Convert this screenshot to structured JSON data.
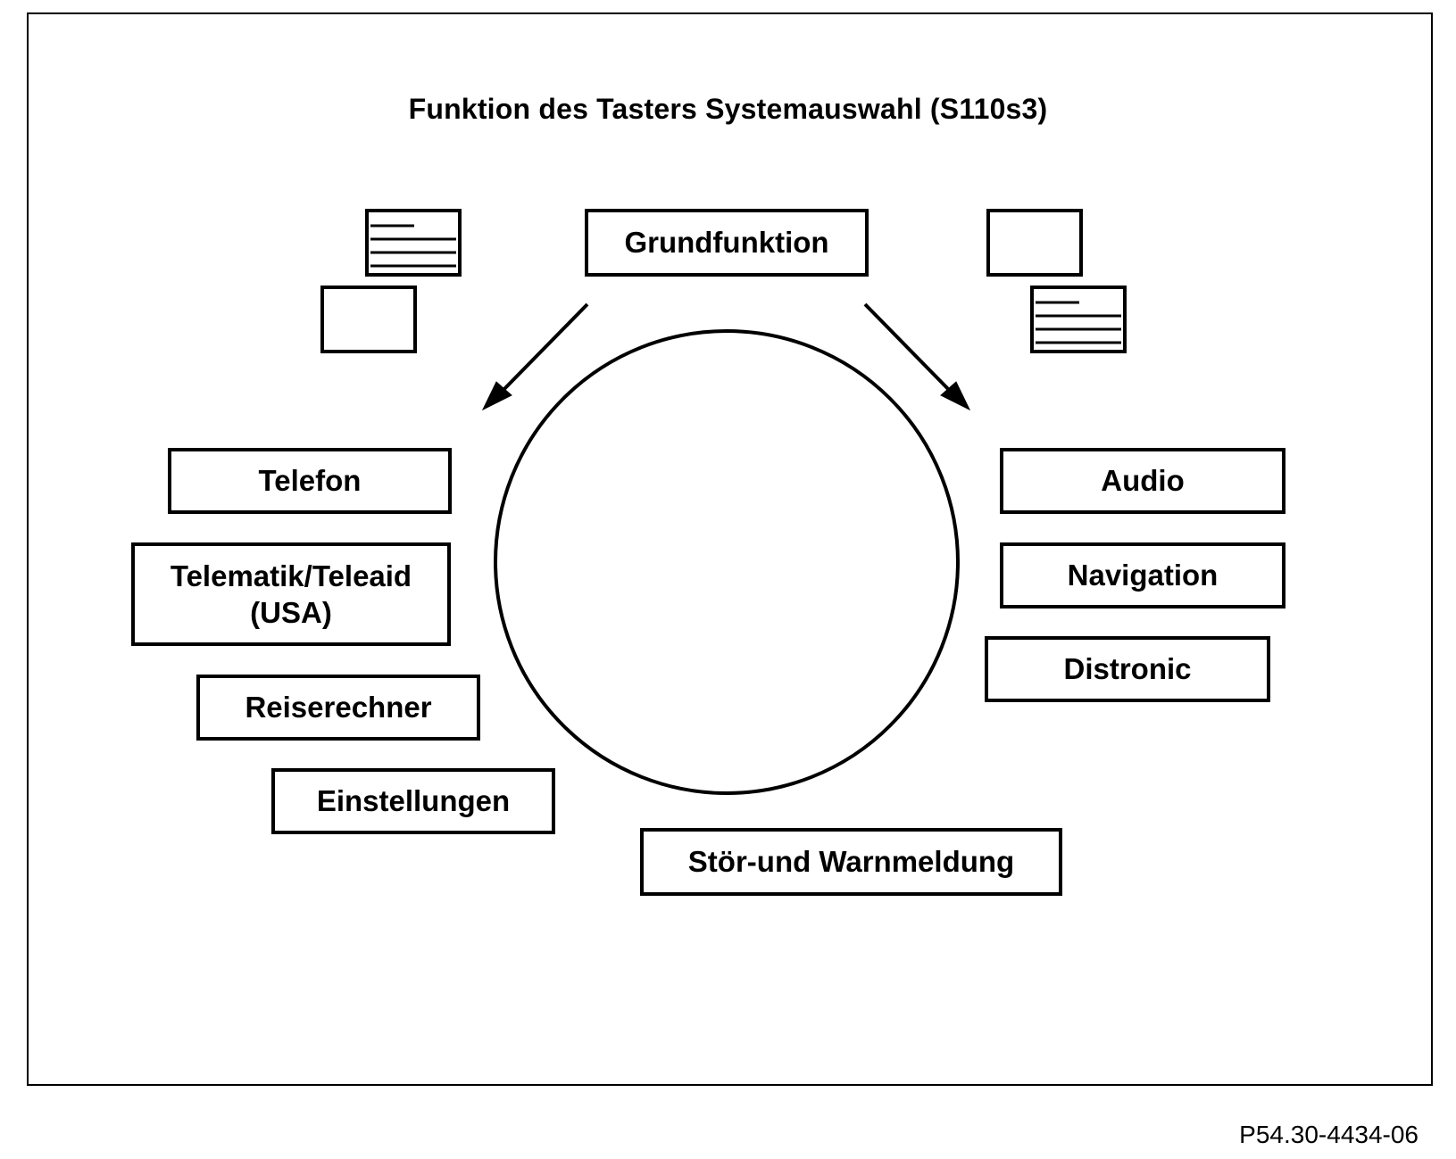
{
  "title": "Funktion des Tasters Systemauswahl (S110s3)",
  "boxes": {
    "grundfunktion": "Grundfunktion",
    "telefon": "Telefon",
    "telematik": "Telematik/Teleaid\n(USA)",
    "reiserechner": "Reiserechner",
    "einstellungen": "Einstellungen",
    "stoer": "Stör-und Warnmeldung",
    "audio": "Audio",
    "navigation": "Navigation",
    "distronic": "Distronic"
  },
  "reference": "P54.30-4434-06",
  "icons": {
    "left": "display-screens-icon",
    "right": "display-screens-icon"
  }
}
